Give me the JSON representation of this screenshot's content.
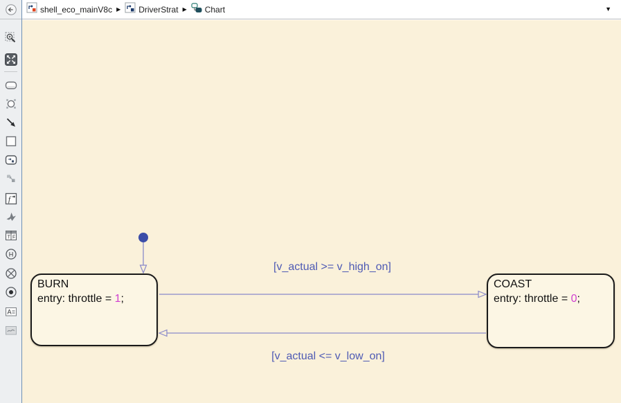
{
  "topbar": {
    "dropdown_glyph": "▼"
  },
  "breadcrumb": {
    "separator": "▶",
    "items": [
      {
        "label": "shell_eco_mainV8c",
        "icon": "simulink-model-icon"
      },
      {
        "label": "DriverStrat",
        "icon": "subsystem-icon"
      },
      {
        "label": "Chart",
        "icon": "stateflow-chart-icon"
      }
    ]
  },
  "toolbar": {
    "icons": [
      "back",
      "marquee-zoom",
      "fit-to-view",
      "state",
      "junction",
      "transition",
      "box",
      "subchart",
      "linked-subchart",
      "simulink-function",
      "matlab-function",
      "truth-table",
      "history-junction",
      "junction-cross",
      "default-transition",
      "annotation",
      "image"
    ],
    "glyphs": {
      "history": "H",
      "truth_t": "T",
      "truth_f": "F",
      "annotation": "A",
      "function": "f"
    }
  },
  "diagram": {
    "states": [
      {
        "name": "BURN",
        "entry_prefix": "entry: throttle = ",
        "entry_value": "1",
        "entry_suffix": ";"
      },
      {
        "name": "COAST",
        "entry_prefix": "entry: throttle = ",
        "entry_value": "0",
        "entry_suffix": ";"
      }
    ],
    "transitions": [
      {
        "label": "[v_actual >= v_high_on]",
        "from": "BURN",
        "to": "COAST"
      },
      {
        "label": "[v_actual <= v_low_on]",
        "from": "COAST",
        "to": "BURN"
      },
      {
        "label": "",
        "from": "default",
        "to": "BURN"
      }
    ],
    "colors": {
      "canvas_bg": "#FAF1DA",
      "state_fill": "#FCF6E4",
      "state_border": "#1A1A1A",
      "transition_line": "#8989C9",
      "label_text": "#4E5AB4",
      "default_dot": "#3B4DA8",
      "entry_value_text": "#D040D0"
    }
  }
}
